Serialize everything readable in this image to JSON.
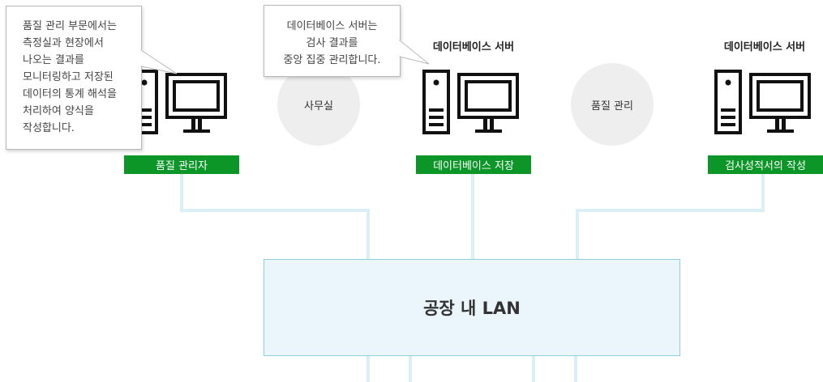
{
  "nodes": {
    "quality_manager": {
      "label": "품질 관리자"
    },
    "office": {
      "label": "사무실"
    },
    "database_server": {
      "title": "데이터베이스 서버",
      "label": "데이터베이스 저장"
    },
    "quality_control": {
      "label": "품질 관리"
    },
    "report_server": {
      "title": "데이터베이스 서버",
      "label": "검사성적서의 작성"
    }
  },
  "network": {
    "label": "공장 내 LAN"
  },
  "callouts": {
    "quality_dept": [
      "품질 관리 부문에서는",
      "측정실과 현장에서",
      "나오는 결과를",
      "모니터링하고 저장된",
      "데이터의 통계 해석을",
      "처리하여 양식을",
      "작성합니다."
    ],
    "database": [
      "데이터베이스 서버는",
      "검사 결과를",
      "중앙 집중 관리합니다."
    ]
  },
  "icons": {
    "computer": "desktop-computer-icon"
  },
  "colors": {
    "label_green": "#0c9628",
    "wire": "#dbeff7",
    "lan_fill": "#eaf6fb",
    "lan_border": "#8fcfe0",
    "circle_fill": "#eeeeee"
  }
}
